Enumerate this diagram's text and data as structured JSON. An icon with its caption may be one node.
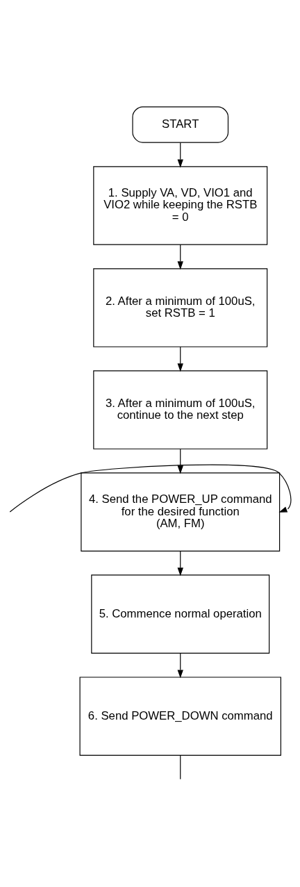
{
  "diagram": {
    "nodes": [
      {
        "text": [
          "START"
        ]
      },
      {
        "text": [
          "1. Supply VA, VD, VIO1 and VIO2 while keeping the RSTB = 0"
        ]
      },
      {
        "text": [
          "2. After a minimum of 100uS, set RSTB = 1"
        ]
      },
      {
        "text": [
          "3. After a minimum of 100uS, continue to the next step"
        ]
      },
      {
        "text": [
          "4. Send the POWER_UP command for the desired function (AM, FM)"
        ]
      },
      {
        "text": [
          "5. Commence normal operation"
        ]
      },
      {
        "text": [
          "6. Send POWER_DOWN command"
        ]
      }
    ],
    "edges": [
      {
        "from": 0,
        "to": 1,
        "arrow": "to"
      },
      {
        "from": 1,
        "to": 2,
        "arrow": "to"
      },
      {
        "from": 2,
        "to": 3,
        "arrow": "to"
      },
      {
        "from": 3,
        "to": 4,
        "arrow": "to"
      },
      {
        "from": null,
        "to": 4,
        "arrow": "to"
      },
      {
        "from": 4,
        "to": 5,
        "arrow": "to"
      },
      {
        "from": 5,
        "to": 6,
        "arrow": "to"
      },
      {
        "from": 6,
        "to": null,
        "arrow": "none"
      }
    ]
  }
}
